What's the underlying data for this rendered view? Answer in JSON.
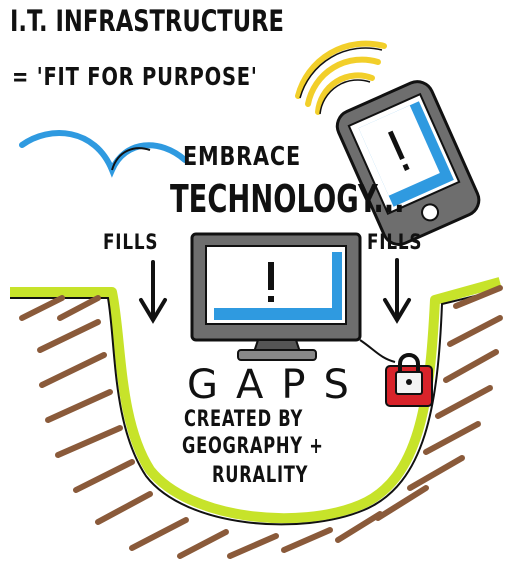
{
  "title": {
    "line1": "I.T. INFRASTRUCTURE",
    "line2": "= 'FIT FOR PURPOSE'"
  },
  "embrace": {
    "line1": "EMBRACE",
    "line2": "TECHNOLOGY..."
  },
  "fills": {
    "left": "FILLS",
    "right": "FILLS"
  },
  "gaps": {
    "word": "GAPS",
    "line1": "CREATED BY",
    "line2": "GEOGRAPHY +",
    "line3": "RURALITY"
  },
  "colors": {
    "ink": "#111111",
    "screen_blue": "#2f9ae0",
    "signal_yellow": "#f2cf2a",
    "ground_green": "#c7e32a",
    "hatch_brown": "#8a5a3a",
    "lock_red": "#d8232a",
    "device_grey": "#6e6e6e"
  },
  "icons": [
    "smartphone-icon",
    "signal-waves-icon",
    "monitor-icon",
    "padlock-icon",
    "down-arrow-icon"
  ]
}
